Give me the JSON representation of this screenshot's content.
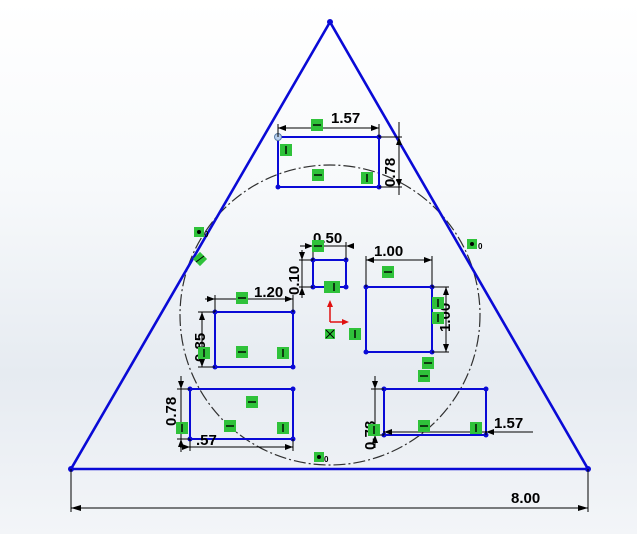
{
  "sketch": {
    "dimensions": {
      "top_width": "1.57",
      "top_height": "0.78",
      "small_width": "0.50",
      "small_height": "0.10",
      "right_width": "1.00",
      "right_height": "1.00",
      "left_width": "1.20",
      "left_height": "0.85",
      "bottom_left_height": "0.78",
      "bottom_left_width": ".57",
      "bottom_right_height": "0.78",
      "bottom_right_width": "1.57",
      "base_width": "8.00"
    },
    "relation_labels": {
      "left_edge": "0",
      "right_edge": "0",
      "bottom_center": "0"
    }
  },
  "colors": {
    "sketch_line": "#0a0ad6",
    "construction_circle": "#303030",
    "relation_badge": "#2fc23a",
    "origin_arrow": "#e01010"
  }
}
